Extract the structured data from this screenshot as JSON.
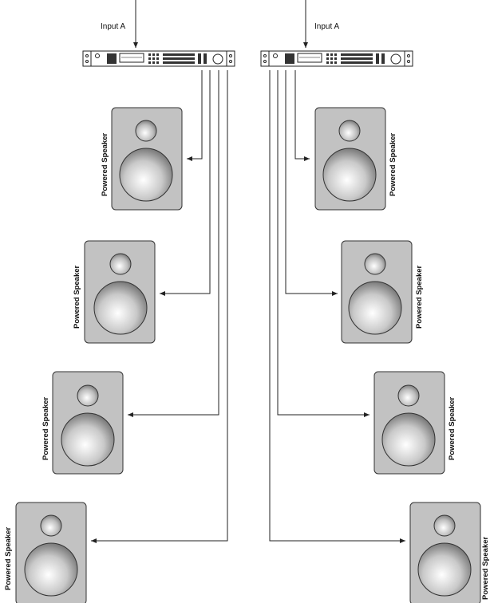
{
  "left_chain": {
    "input_label": "Input A",
    "speakers": [
      {
        "label": "Powered Speaker"
      },
      {
        "label": "Powered Speaker"
      },
      {
        "label": "Powered Speaker"
      },
      {
        "label": "Powered Speaker"
      }
    ]
  },
  "right_chain": {
    "input_label": "Input A",
    "speakers": [
      {
        "label": "Powered Speaker"
      },
      {
        "label": "Powered Speaker"
      },
      {
        "label": "Powered Speaker"
      },
      {
        "label": "Powered Speaker"
      }
    ]
  },
  "colors": {
    "cabinet": "#c2c2c2",
    "cabinet_stroke": "#333333",
    "cone_center": "#ffffff",
    "cone_edge": "#6a6a6a",
    "wire": "#222222"
  }
}
